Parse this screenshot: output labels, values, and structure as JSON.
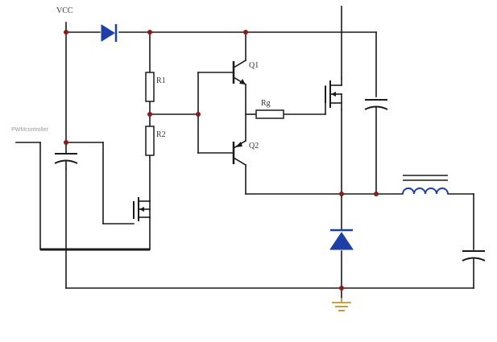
{
  "labels": {
    "vcc": "VCC",
    "pwm_input": "PWMcontroller",
    "r1": "R1",
    "r2": "R2",
    "q1": "Q1",
    "q2": "Q2",
    "rg": "Rg"
  },
  "colors": {
    "wire": "#1a1a1a",
    "junction": "#8b1a1a",
    "diode": "#1e3ea8",
    "ground": "#b8860b"
  }
}
